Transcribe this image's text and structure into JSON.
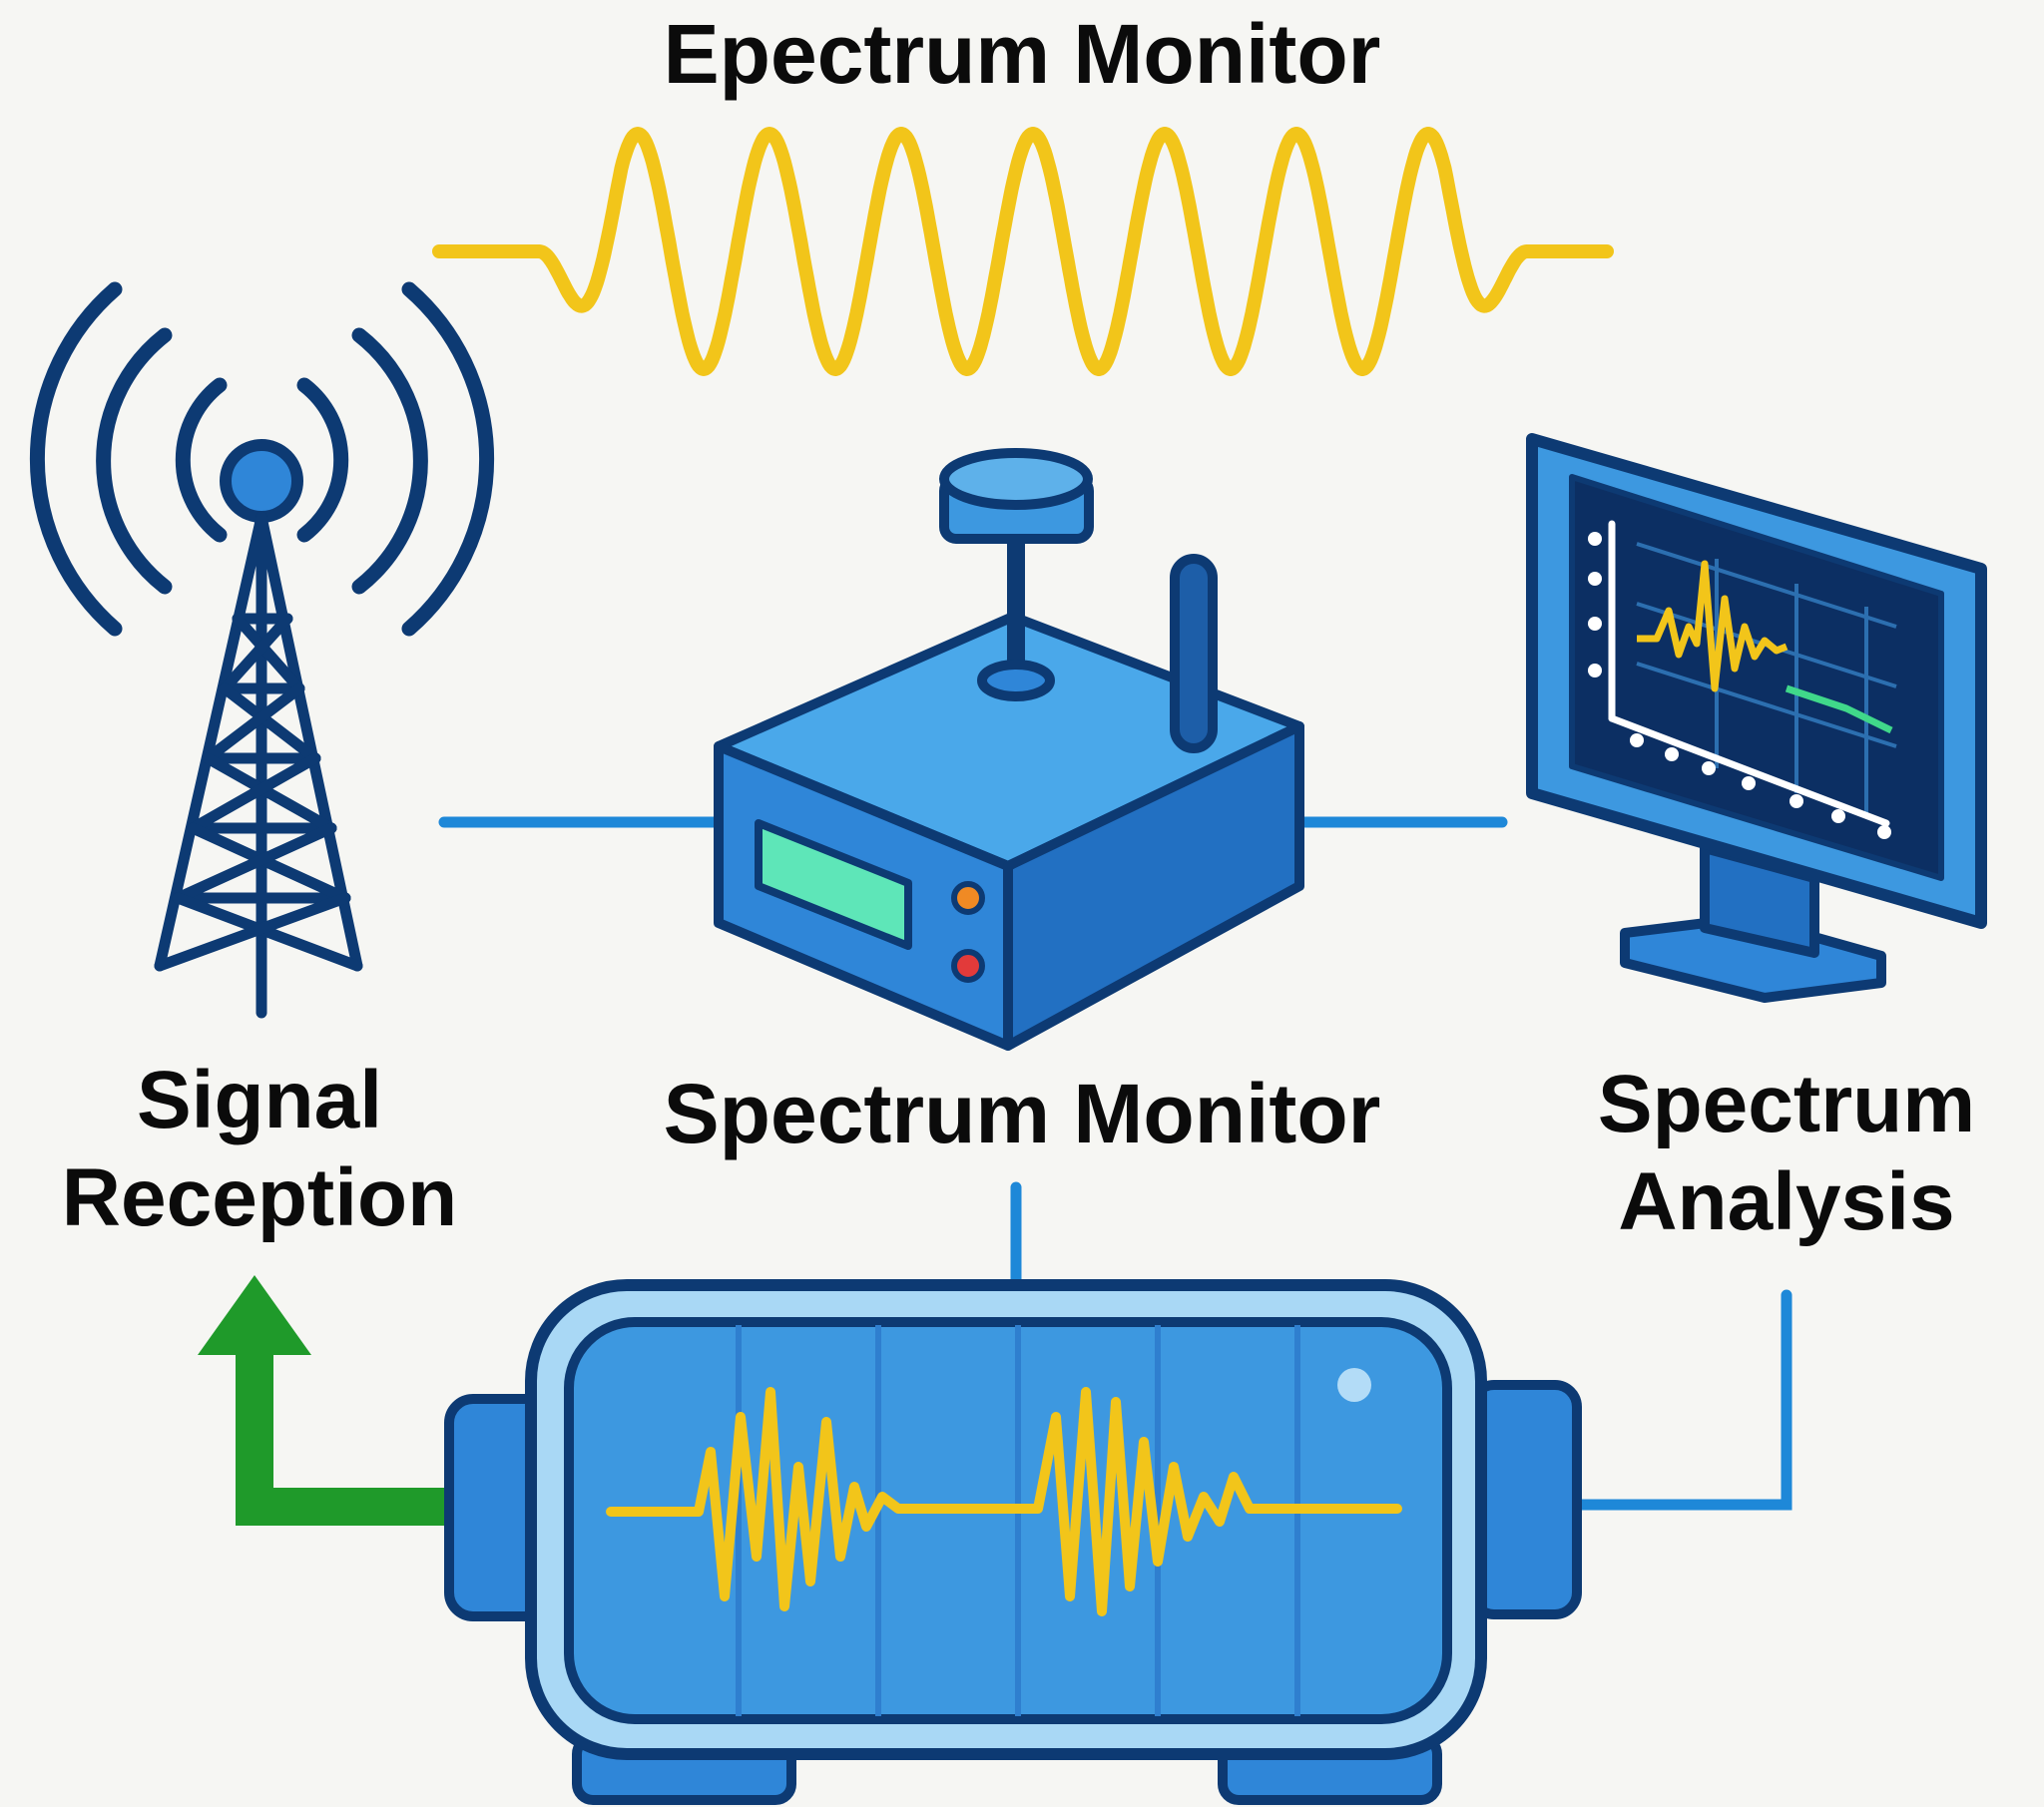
{
  "labels": {
    "top_title": "Epectrum Monitor",
    "signal_reception": [
      "Signal",
      "Reception"
    ],
    "center": "Spectrum Monitor",
    "spectrum_analysis": [
      "Spectrum",
      "Analysis"
    ]
  },
  "colors": {
    "background": "#f6f6f3",
    "outline": "#0d3a73",
    "device_blue": "#2f86d8",
    "device_light": "#5eb1ea",
    "wave_yellow": "#f2c51a",
    "connector_blue": "#1e88d8",
    "arrow_green": "#1f9a2a",
    "display_green": "#5ee6b8",
    "led_orange": "#f08a24",
    "led_red": "#e23a3a"
  },
  "icons": [
    "cell-tower-icon",
    "spectrum-monitor-device-icon",
    "analysis-monitor-icon",
    "waveform-tank-icon",
    "sine-wave-icon",
    "green-arrow-icon"
  ]
}
